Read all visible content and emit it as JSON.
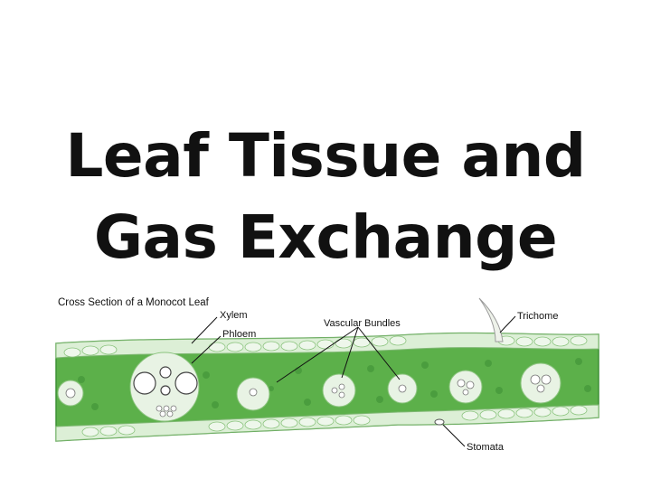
{
  "slide": {
    "title_line1": "Leaf Tissue and",
    "title_line2": "Gas Exchange"
  },
  "figure": {
    "caption": "Cross Section of a Monocot Leaf",
    "labels": {
      "xylem": "Xylem",
      "phloem": "Phloem",
      "vascular_bundles": "Vascular Bundles",
      "trichome": "Trichome",
      "stomata": "Stomata"
    },
    "colors": {
      "mesophyll": "#5cb04a",
      "mesophyll_dark": "#3d8f35",
      "epidermis": "#dcefd6",
      "bundle": "#e8f3e4"
    }
  }
}
